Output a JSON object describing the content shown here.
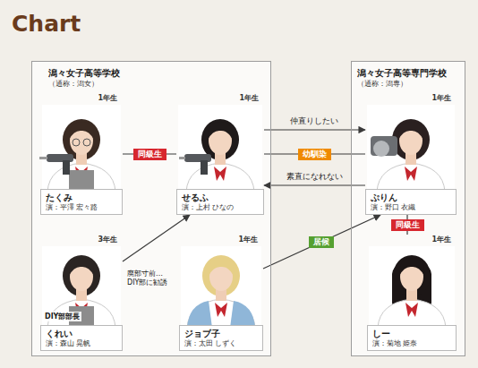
{
  "diagram": {
    "title": "Chart",
    "nodes": [
      {
        "text": [
          "潟々女子高等学校",
          "（通称：潟女）"
        ]
      },
      {
        "text": [
          "1年生",
          "たくみ",
          "演：平澤 宏々路"
        ],
        "in": 0
      },
      {
        "text": [
          "1年生",
          "せるふ",
          "演：上村 ひなの"
        ],
        "in": 0
      },
      {
        "text": [
          "3年生",
          "DIY部部長",
          "くれい",
          "演：森山 晃帆"
        ],
        "in": 0
      },
      {
        "text": [
          "1年生",
          "ジョブ子",
          "演：太田 しずく"
        ],
        "in": 0
      },
      {
        "text": [
          "潟々女子高等専門学校",
          "（通称：潟専）"
        ]
      },
      {
        "text": [
          "1年生",
          "ぷりん",
          "演：野口 衣織"
        ],
        "in": 5
      },
      {
        "text": [
          "1年生",
          "しー",
          "演：菊地 姫奈"
        ],
        "in": 5
      }
    ],
    "edges": [
      {
        "from": 1,
        "to": 2,
        "label": "同級生",
        "arrow": "none"
      },
      {
        "from": 2,
        "to": 6,
        "label": "仲直りしたい",
        "arrow": "to"
      },
      {
        "from": 2,
        "to": 6,
        "label": "幼馴染",
        "arrow": "none"
      },
      {
        "from": 6,
        "to": 2,
        "label": "素直になれない",
        "arrow": "to"
      },
      {
        "from": 3,
        "to": 2,
        "label": "廃部寸前… DIY部に勧誘",
        "arrow": "to"
      },
      {
        "from": 4,
        "to": 6,
        "label": "居候",
        "arrow": "to"
      },
      {
        "from": 6,
        "to": 7,
        "label": "同級生",
        "arrow": "none"
      }
    ]
  }
}
